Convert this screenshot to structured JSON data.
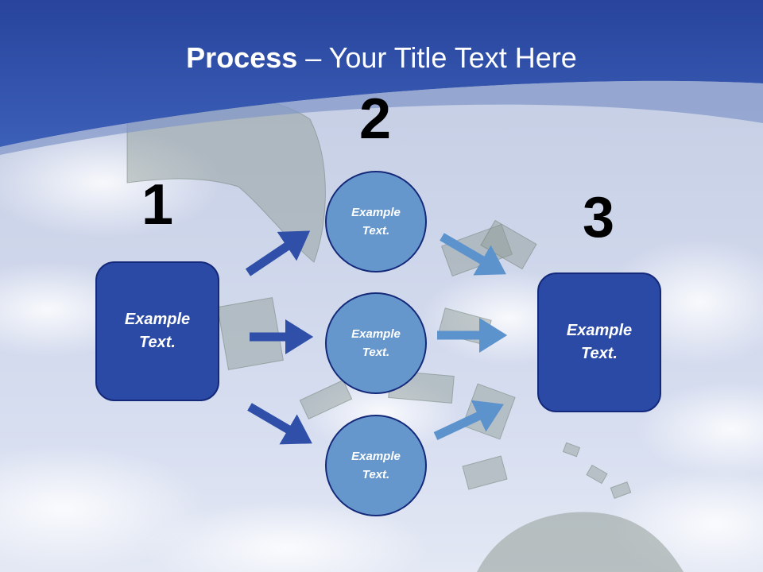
{
  "title": {
    "bold": "Process",
    "rest": " – Your Title Text Here"
  },
  "steps": {
    "one": "1",
    "two": "2",
    "three": "3"
  },
  "box_left": "Example\nText.",
  "box_right": "Example\nText.",
  "circles": [
    "Example\nText.",
    "Example\nText.",
    "Example\nText."
  ],
  "colors": {
    "header": "#2f4fa8",
    "box": "#2b4aa5",
    "circle": "#6697cc",
    "arrow_dark": "#2f4fa8",
    "arrow_light": "#5d93cc"
  }
}
